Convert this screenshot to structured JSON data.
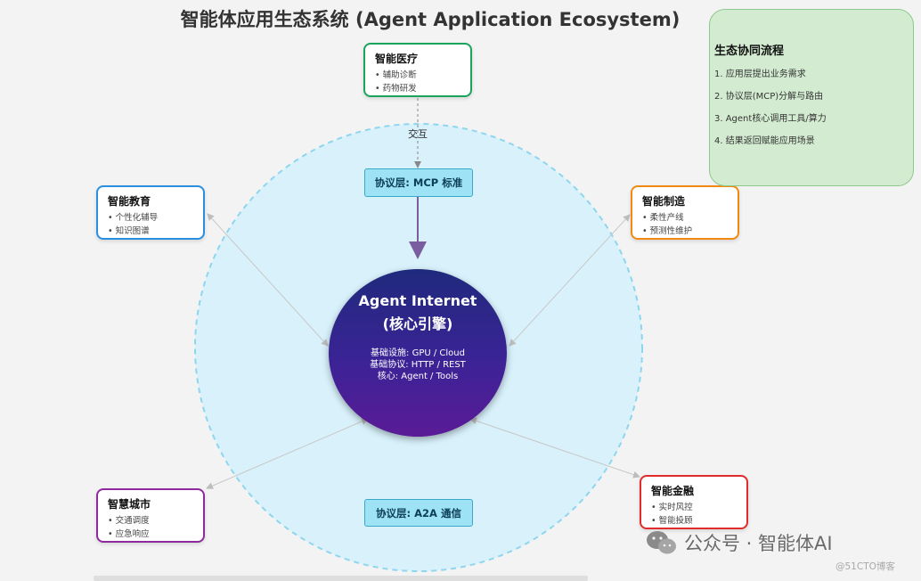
{
  "title": "智能体应用生态系统 (Agent Application Ecosystem)",
  "core": {
    "line1": "Agent Internet",
    "line2": "(核心引擎)",
    "details": [
      "基础设施: GPU / Cloud",
      "基础协议: HTTP / REST",
      "核心: Agent / Tools"
    ]
  },
  "protocols": {
    "top": "协议层: MCP 标准",
    "bottom": "协议层: A2A 通信"
  },
  "interaction_label": "交互",
  "nodes": [
    {
      "key": "medical",
      "title": "智能医疗",
      "items": [
        "辅助诊断",
        "药物研发"
      ],
      "border": "#1aa35a"
    },
    {
      "key": "education",
      "title": "智能教育",
      "items": [
        "个性化辅导",
        "知识图谱"
      ],
      "border": "#2b8fe0"
    },
    {
      "key": "manufacturing",
      "title": "智能制造",
      "items": [
        "柔性产线",
        "预测性维护"
      ],
      "border": "#f28a12"
    },
    {
      "key": "city",
      "title": "智慧城市",
      "items": [
        "交通调度",
        "应急响应"
      ],
      "border": "#8e2a9e"
    },
    {
      "key": "finance",
      "title": "智能金融",
      "items": [
        "实时风控",
        "智能投顾"
      ],
      "border": "#e02c2c"
    }
  ],
  "flow": {
    "title": "生态协同流程",
    "steps": [
      "1. 应用层提出业务需求",
      "2. 协议层(MCP)分解与路由",
      "3. Agent核心调用工具/算力",
      "4. 结果返回赋能应用场景"
    ]
  },
  "watermark": {
    "text": "公众号 · 智能体AI",
    "credit": "@51CTO博客"
  }
}
